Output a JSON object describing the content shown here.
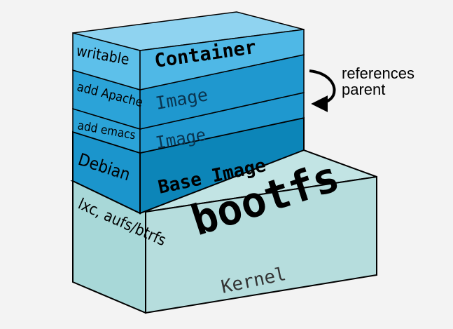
{
  "layers": {
    "container": {
      "side_label": "writable",
      "front_label": "Container"
    },
    "apache": {
      "side_label": "add Apache",
      "front_label": "Image"
    },
    "emacs": {
      "side_label": "add emacs",
      "front_label": "Image"
    },
    "debian": {
      "side_label": "Debian",
      "front_label": "Base Image"
    },
    "bootfs": {
      "top_label": "bootfs",
      "side_label": "lxc, aufs/btrfs",
      "front_label": "Kernel"
    }
  },
  "annotation": {
    "line1": "references",
    "line2": "parent"
  },
  "colors": {
    "background": "#f3f3f3",
    "container": "#4fb8e6",
    "image": "#1f98cf",
    "base_image": "#0c85b8",
    "bootfs": "#a8d8d8",
    "outline": "#000000"
  }
}
